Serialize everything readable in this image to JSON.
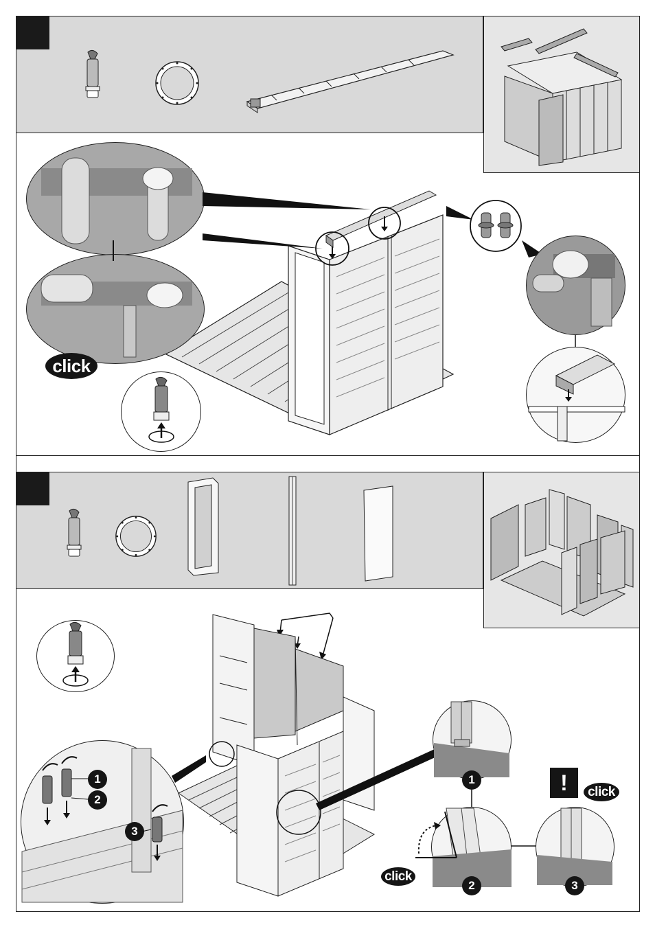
{
  "page": {
    "background": "#ffffff",
    "border_color": "#222222"
  },
  "step1": {
    "parts_panel_color": "#d9d9d9",
    "parts": [
      {
        "icon": "peg-pin-icon"
      },
      {
        "icon": "ring-washer-icon"
      },
      {
        "icon": "roof-beam-icon"
      }
    ],
    "callouts": {
      "click_label": "click"
    }
  },
  "step2": {
    "parts_panel_color": "#d9d9d9",
    "parts": [
      {
        "icon": "peg-pin-icon"
      },
      {
        "icon": "ring-washer-icon"
      },
      {
        "icon": "door-frame-icon"
      },
      {
        "icon": "connector-profile-icon"
      },
      {
        "icon": "wall-panel-icon"
      }
    ],
    "callouts": {
      "warning_symbol": "!",
      "click_label_right": "click",
      "click_label_left": "click",
      "sequence": [
        "1",
        "2",
        "3"
      ]
    }
  }
}
